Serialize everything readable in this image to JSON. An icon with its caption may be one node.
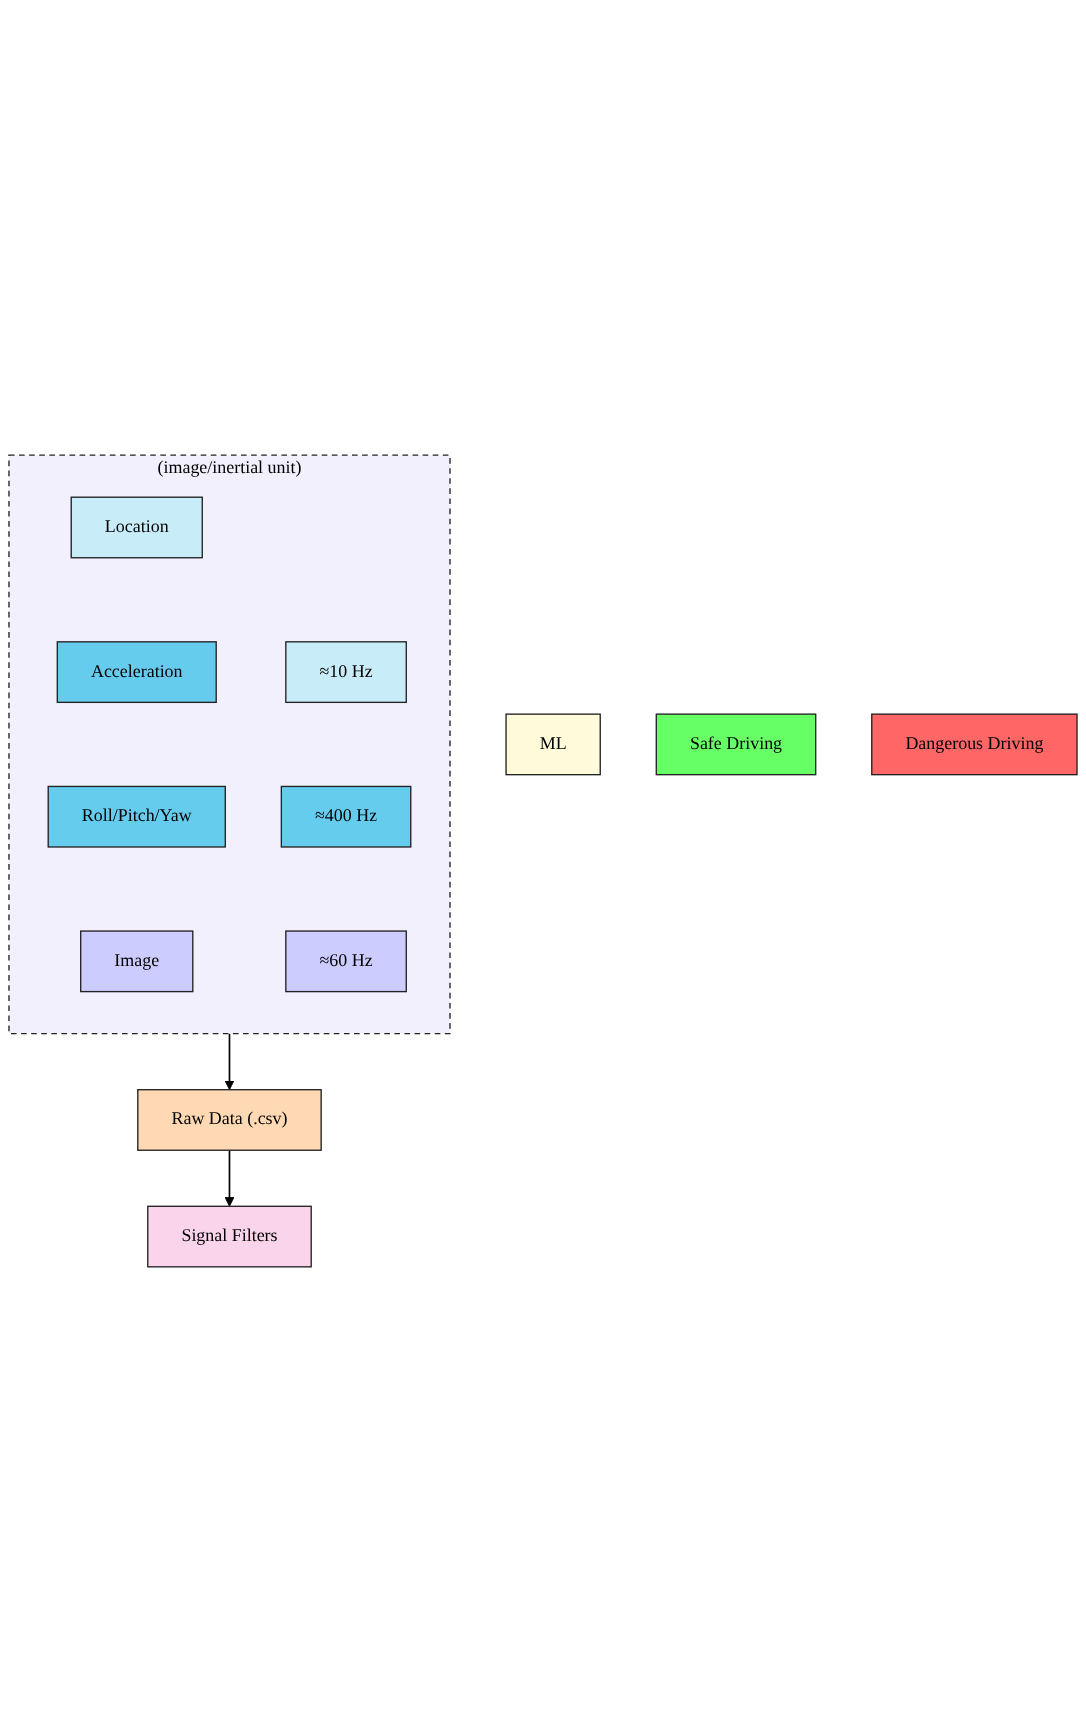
{
  "diagram": {
    "nodes": [
      {
        "text": [
          "(image/inertial unit)"
        ]
      },
      {
        "text": [
          "Location"
        ],
        "in": 0
      },
      {
        "text": [
          "Acceleration"
        ],
        "in": 0
      },
      {
        "text": [
          "Roll/Pitch/Yaw"
        ],
        "in": 0
      },
      {
        "text": [
          "Image"
        ],
        "in": 0
      },
      {
        "text": [
          "≈10 Hz"
        ],
        "in": 0
      },
      {
        "text": [
          "≈400 Hz"
        ],
        "in": 0
      },
      {
        "text": [
          "≈60 Hz"
        ],
        "in": 0
      },
      {
        "text": [
          "Raw Data (.csv)"
        ]
      },
      {
        "text": [
          "ML"
        ]
      },
      {
        "text": [
          "Signal Filters"
        ]
      },
      {
        "text": [
          "Safe Driving"
        ]
      },
      {
        "text": [
          "Dangerous Driving"
        ]
      }
    ],
    "edges": [
      {
        "from": 0,
        "to": 8,
        "arrow": "to"
      },
      {
        "from": 8,
        "to": 10,
        "arrow": "to"
      }
    ]
  }
}
